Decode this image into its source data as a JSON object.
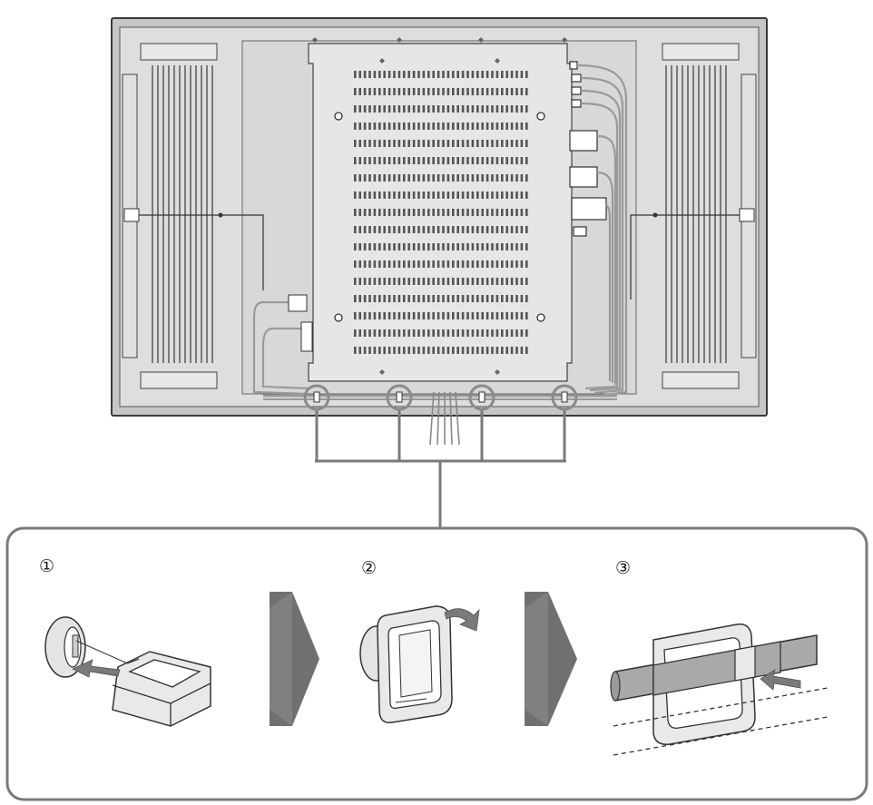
{
  "steps": [
    {
      "label": "①",
      "illustration": "clamp-insert-into-hole"
    },
    {
      "label": "②",
      "illustration": "clamp-rotate"
    },
    {
      "label": "③",
      "illustration": "cable-pass-through-clamp"
    }
  ],
  "icons": {
    "step_arrow": "arrow-right-icon",
    "push_arrow": "push-arrow-icon",
    "rotate_arrow": "rotate-arrow-icon"
  },
  "colors": {
    "panel_body": "#c9c9c9",
    "panel_inner": "#dcdcdc",
    "outline": "#404040",
    "highlight_circle": "#8a8a8a",
    "step_arrow": "#707070",
    "cable": "#a9a9a9"
  }
}
